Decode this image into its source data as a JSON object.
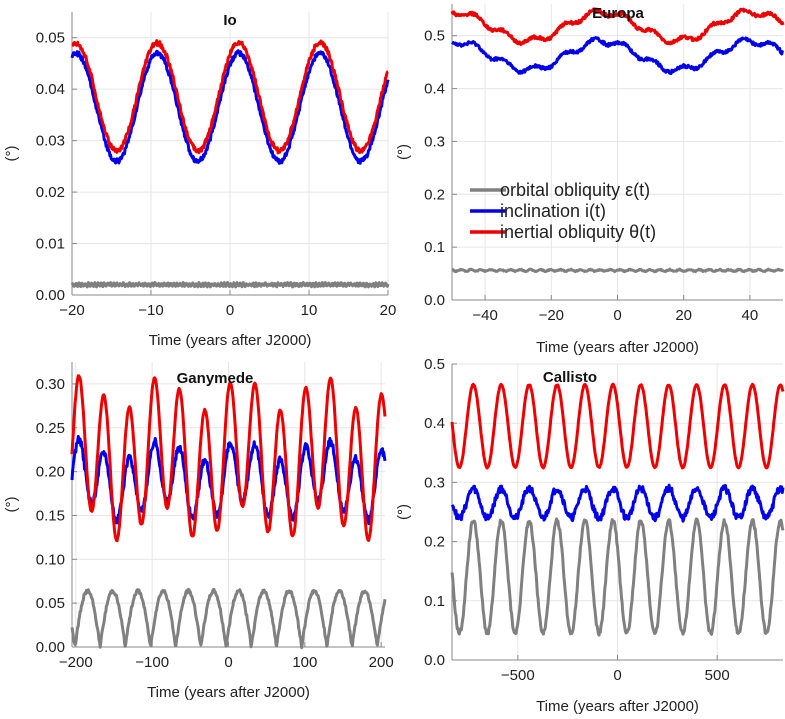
{
  "legend": [
    {
      "key": "orbital",
      "label": "orbital obliquity ε(t)",
      "color": "#808080"
    },
    {
      "key": "inclination",
      "label": "inclination i(t)",
      "color": "#0000ee"
    },
    {
      "key": "inertial",
      "label": "inertial obliquity θ(t)",
      "color": "#ee0000"
    }
  ],
  "chart_data": [
    {
      "type": "line",
      "title": "Io",
      "xlabel": "Time (years after J2000)",
      "ylabel": "(°)",
      "xlim": [
        -20,
        20
      ],
      "ylim": [
        0.0,
        0.055
      ],
      "xticks": [
        -20,
        -10,
        0,
        10,
        20
      ],
      "xtick_labels": [
        "−20",
        "−10",
        "0",
        "10",
        "20"
      ],
      "yticks": [
        0.0,
        0.01,
        0.02,
        0.03,
        0.04,
        0.05
      ],
      "ytick_labels": [
        "0.00",
        "0.01",
        "0.02",
        "0.03",
        "0.04",
        "0.05"
      ],
      "series": [
        {
          "key": "orbital",
          "model": {
            "base": 0.002,
            "terms": [
              [
                0.0003,
                0.4,
                0
              ]
            ],
            "noise": 0.00015
          }
        },
        {
          "key": "inclination",
          "model": {
            "base": 0.0365,
            "terms": [
              [
                0.0105,
                10.3,
                0.9
              ]
            ],
            "noise": 0.0005
          }
        },
        {
          "key": "inertial",
          "model": {
            "base": 0.0385,
            "terms": [
              [
                0.0105,
                10.3,
                0.9
              ]
            ],
            "noise": 0.0005
          }
        }
      ]
    },
    {
      "type": "line",
      "title": "Europa",
      "xlabel": "Time (years after J2000)",
      "ylabel": "(°)",
      "xlim": [
        -50,
        50
      ],
      "ylim": [
        0.0,
        0.56
      ],
      "xticks": [
        -40,
        -20,
        0,
        20,
        40
      ],
      "xtick_labels": [
        "−40",
        "−20",
        "0",
        "20",
        "40"
      ],
      "yticks": [
        0.0,
        0.1,
        0.2,
        0.3,
        0.4,
        0.5
      ],
      "ytick_labels": [
        "0.0",
        "0.1",
        "0.2",
        "0.3",
        "0.4",
        "0.5"
      ],
      "legend_location": "center",
      "series": [
        {
          "key": "orbital",
          "model": {
            "base": 0.056,
            "terms": [
              [
                0.0015,
                3.0,
                0
              ]
            ],
            "noise": 0.001
          }
        },
        {
          "key": "inclination",
          "model": {
            "base": 0.4625,
            "terms": [
              [
                0.027,
                45.0,
                2.2
              ],
              [
                0.006,
                9.0,
                0.3
              ]
            ],
            "noise": 0.003
          }
        },
        {
          "key": "inertial",
          "model": {
            "base": 0.5175,
            "terms": [
              [
                0.027,
                45.0,
                2.2
              ],
              [
                0.006,
                9.0,
                0.3
              ]
            ],
            "noise": 0.003
          }
        }
      ]
    },
    {
      "type": "line",
      "title": "Ganymede",
      "xlabel": "Time (years after J2000)",
      "ylabel": "(°)",
      "xlim": [
        -205,
        205
      ],
      "ylim": [
        0.0,
        0.325
      ],
      "xticks": [
        -200,
        -100,
        0,
        100,
        200
      ],
      "xtick_labels": [
        "−200",
        "−100",
        "0",
        "100",
        "200"
      ],
      "yticks": [
        0.0,
        0.05,
        0.1,
        0.15,
        0.2,
        0.25,
        0.3
      ],
      "ytick_labels": [
        "0.00",
        "0.05",
        "0.10",
        "0.15",
        "0.20",
        "0.25",
        "0.30"
      ],
      "series": [
        {
          "key": "orbital",
          "model": {
            "base": 0.032,
            "abs_sine": [
              0.064,
              33.0,
              0.3
            ],
            "noise": 0.002
          }
        },
        {
          "key": "inclination",
          "model": {
            "base": 0.19,
            "terms": [
              [
                0.035,
                33.0,
                1.2
              ],
              [
                0.012,
                105.0,
                0.5
              ]
            ],
            "noise": 0.004
          }
        },
        {
          "key": "inertial",
          "model": {
            "base": 0.215,
            "terms": [
              [
                0.075,
                33.0,
                1.2
              ],
              [
                0.02,
                105.0,
                0.5
              ]
            ],
            "noise": 0.001
          }
        }
      ]
    },
    {
      "type": "line",
      "title": "Callisto",
      "xlabel": "Time (years after J2000)",
      "ylabel": "(°)",
      "xlim": [
        -830,
        830
      ],
      "ylim": [
        0.0,
        0.5
      ],
      "xticks": [
        -500,
        0,
        500
      ],
      "xtick_labels": [
        "−500",
        "0",
        "500"
      ],
      "yticks": [
        0.0,
        0.1,
        0.2,
        0.3,
        0.4,
        0.5
      ],
      "ytick_labels": [
        "0.0",
        "0.1",
        "0.2",
        "0.3",
        "0.4",
        "0.5"
      ],
      "series": [
        {
          "key": "orbital",
          "model": {
            "base": 0.14,
            "terms": [
              [
                0.095,
                140.0,
                2.6
              ]
            ],
            "noise": 0.004
          }
        },
        {
          "key": "inclination",
          "model": {
            "base": 0.265,
            "terms": [
              [
                0.025,
                140.0,
                2.6
              ]
            ],
            "noise": 0.006
          }
        },
        {
          "key": "inertial",
          "model": {
            "base": 0.395,
            "terms": [
              [
                0.07,
                140.0,
                2.6
              ]
            ],
            "noise": 0.001
          }
        }
      ]
    }
  ]
}
